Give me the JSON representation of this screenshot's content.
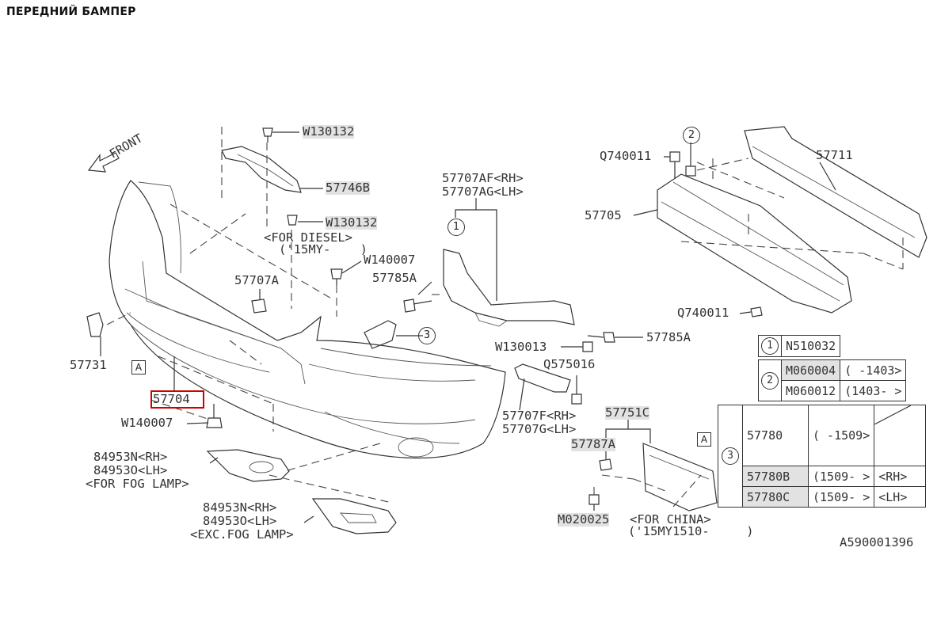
{
  "title": "ПЕРЕДНИЙ БАМПЕР",
  "front": "FRONT",
  "diagram_id": "A590001396",
  "labels": {
    "w130132_top": "W130132",
    "p57746b": "57746B",
    "w130132_mid": "W130132",
    "for_diesel": "<FOR DIESEL>",
    "my15": "('15MY-    )",
    "w140007_top": "W140007",
    "p57707a": "57707A",
    "p57785a_left": "57785A",
    "p57707af": "57707AF<RH>",
    "p57707ag": "57707AG<LH>",
    "q740011_top": "Q740011",
    "p57711": "57711",
    "p57705": "57705",
    "q740011_bot": "Q740011",
    "p57785a_right": "57785A",
    "w130013": "W130013",
    "q575016": "Q575016",
    "p57731": "57731",
    "p57704": "57704",
    "w140007_bot": "W140007",
    "p57707f": "57707F<RH>",
    "p57707g": "57707G<LH>",
    "p57751c": "57751C",
    "p57787a": "57787A",
    "p84953n_1": "84953N<RH>",
    "p84953o_1": "84953O<LH>",
    "for_fog": "<FOR FOG LAMP>",
    "p84953n_2": "84953N<RH>",
    "p84953o_2": "84953O<LH>",
    "exc_fog": "<EXC.FOG LAMP>",
    "m020025": "M020025",
    "for_china": "<FOR CHINA>",
    "my1510": "('15MY1510-     )"
  },
  "markers": {
    "c1": "1",
    "c2": "2",
    "c3": "3",
    "a": "A"
  },
  "table1": {
    "num": "1",
    "code": "N510032"
  },
  "table2": {
    "num": "2",
    "rows": [
      {
        "code": "M060004",
        "range": "( -1403>"
      },
      {
        "code": "M060012",
        "range": "(1403- >"
      }
    ]
  },
  "table3": {
    "num": "3",
    "rows": [
      {
        "code": "57780",
        "range": "( -1509>",
        "side": ""
      },
      {
        "code": "57780B",
        "range": "(1509- >",
        "side": "<RH>"
      },
      {
        "code": "57780C",
        "range": "(1509- >",
        "side": "<LH>"
      }
    ]
  }
}
